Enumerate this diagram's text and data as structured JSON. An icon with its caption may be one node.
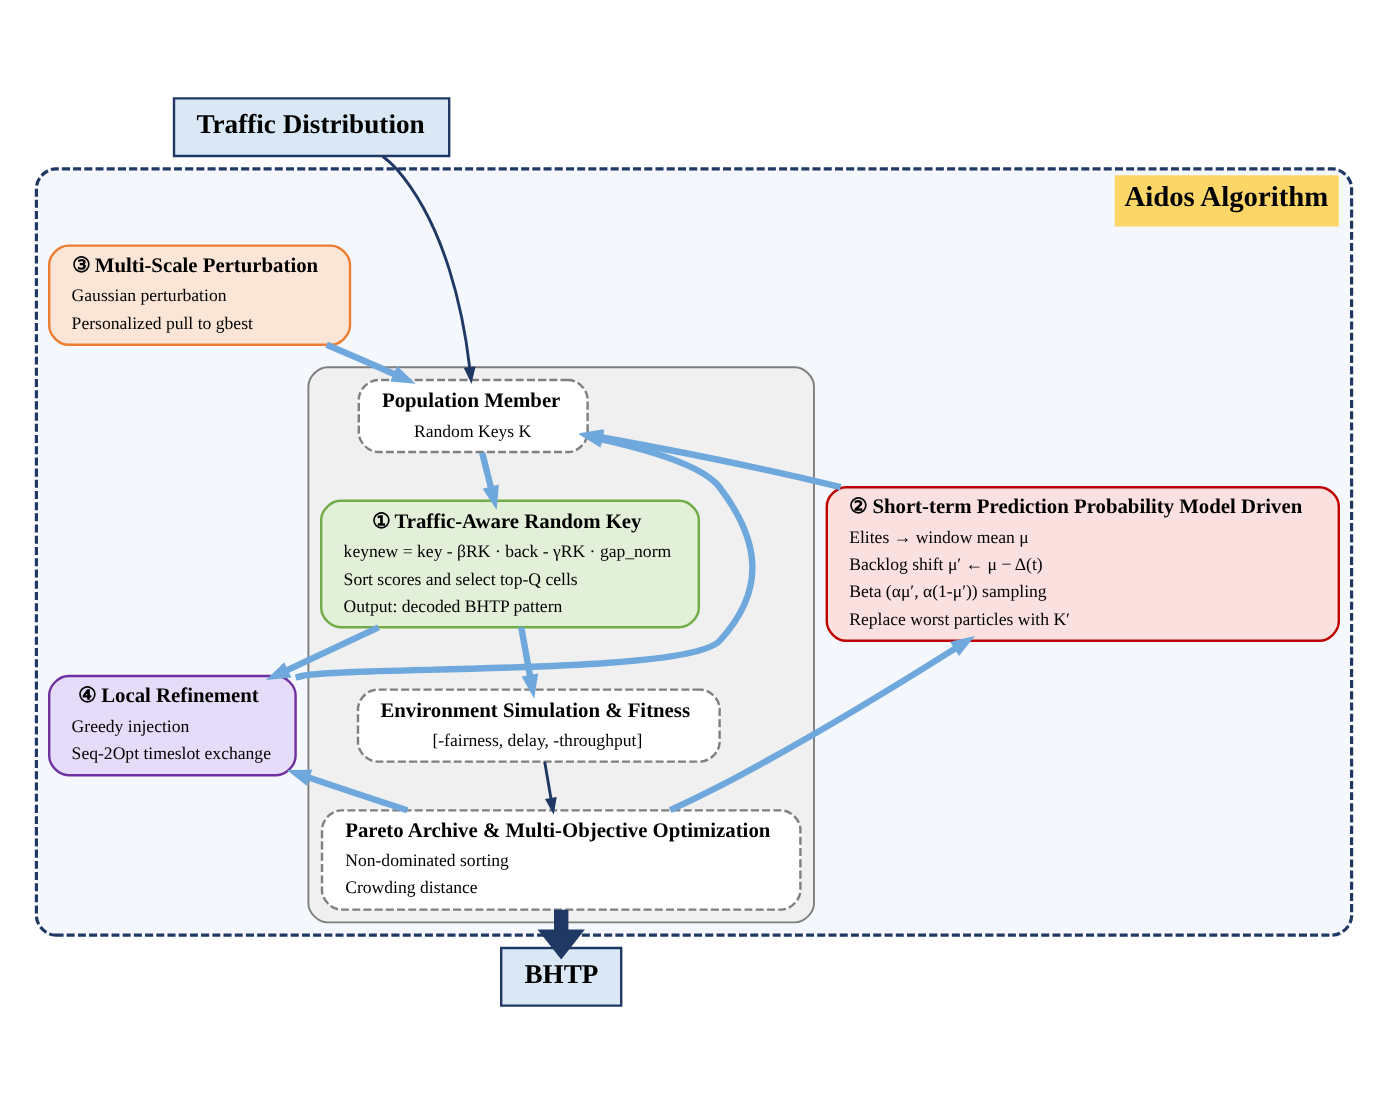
{
  "diagram": {
    "nodes": [
      {
        "text": [
          "Traffic Distribution"
        ]
      },
      {
        "text": [
          "Aidos Algorithm"
        ]
      },
      {
        "text": [],
        "shape": "box",
        "in": 1
      },
      {
        "text": [
          "Population Member",
          "Random Keys K"
        ],
        "in": 2
      },
      {
        "text": [
          "③ Multi-Scale Perturbation",
          "Gaussian perturbation",
          "Personalized pull to gbest"
        ],
        "in": 1
      },
      {
        "text": [
          "① Traffic-Aware Random Key",
          "keynew = key - βRK · back - γRK · gap_norm",
          "Sort scores and select top-Q cells",
          "Output: decoded BHTP pattern"
        ],
        "in": 2
      },
      {
        "text": [
          "④ Local Refinement",
          "Greedy injection",
          "Seq-2Opt timeslot exchange"
        ],
        "in": 1
      },
      {
        "text": [
          "② Short-term Prediction Probability Model Driven",
          "Elites → window mean μ",
          "Backlog shift μ′ ← μ − Δ(t)",
          "Beta (αμ′, α(1-μ′)) sampling",
          "Replace worst particles with K′"
        ],
        "in": 1
      },
      {
        "text": [
          "Environment Simulation & Fitness",
          "[-fairness, delay, -throughput]"
        ],
        "in": 2
      },
      {
        "text": [
          "Pareto Archive & Multi-Objective Optimization",
          "Non-dominated sorting",
          "Crowding distance"
        ],
        "in": 2
      },
      {
        "text": [
          "BHTP"
        ]
      }
    ],
    "edges": [
      {
        "from": 0,
        "to": 3,
        "arrow": "to",
        "color": "#1f3864"
      },
      {
        "from": 4,
        "to": 3,
        "arrow": "to"
      },
      {
        "from": 3,
        "to": 5,
        "arrow": "to"
      },
      {
        "from": 5,
        "to": 6,
        "arrow": "to"
      },
      {
        "from": 6,
        "to": 3,
        "arrow": "to"
      },
      {
        "from": 7,
        "to": 3,
        "arrow": "to"
      },
      {
        "from": 5,
        "to": 8,
        "arrow": "to"
      },
      {
        "from": 8,
        "to": 9,
        "arrow": "to",
        "color": "#1f3864"
      },
      {
        "from": 9,
        "to": 6,
        "arrow": "to"
      },
      {
        "from": 9,
        "to": 7,
        "arrow": "to"
      },
      {
        "from": 9,
        "to": 10,
        "arrow": "to",
        "style": "thick",
        "color": "#1f3864"
      }
    ]
  }
}
